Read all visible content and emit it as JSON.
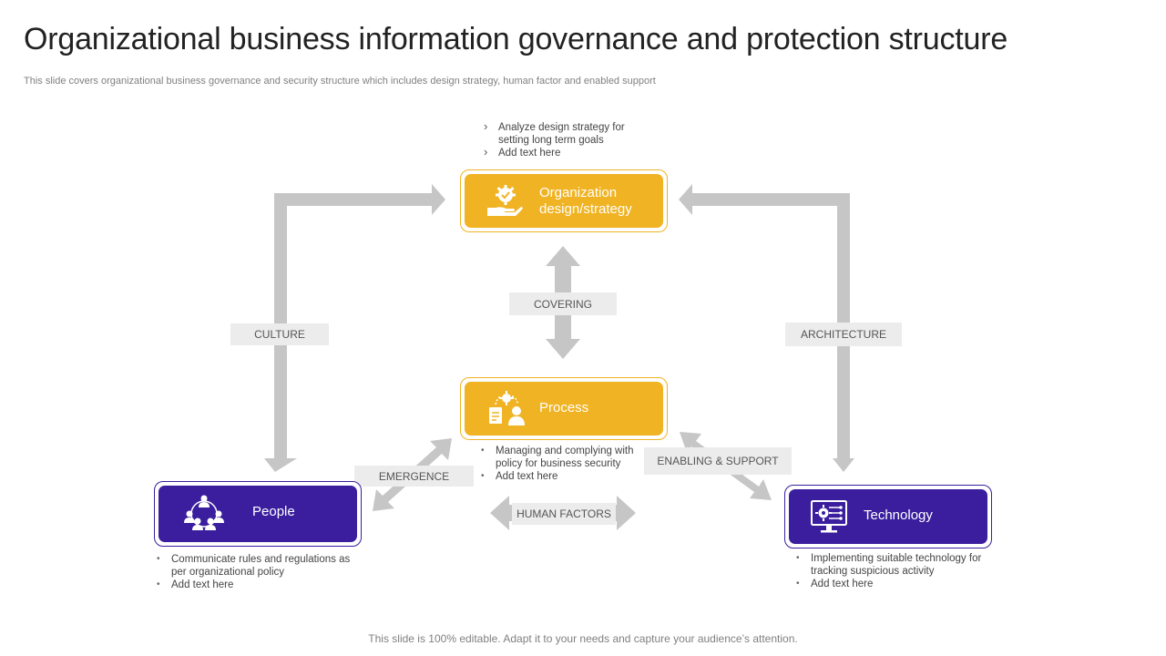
{
  "title": "Organizational business information governance and protection structure",
  "subtitle": "This slide covers organizational business governance and security structure which includes design strategy, human factor and enabled support",
  "nodes": {
    "organization": {
      "label_line1": "Organization",
      "label_line2": "design/strategy",
      "icon": "gear-hand-icon"
    },
    "process": {
      "label": "Process",
      "icon": "process-person-icon"
    },
    "people": {
      "label": "People",
      "icon": "people-network-icon"
    },
    "technology": {
      "label": "Technology",
      "icon": "monitor-gear-icon"
    }
  },
  "connectors": {
    "culture": "CULTURE",
    "covering": "COVERING",
    "architecture": "ARCHITECTURE",
    "emergence": "EMERGENCE",
    "enabling": "ENABLING & SUPPORT",
    "human_factors": "HUMAN FACTORS"
  },
  "notes": {
    "organization": [
      "Analyze  design strategy for setting long term goals",
      "Add text here"
    ],
    "process": [
      "Managing and complying with policy for business security",
      "Add text here"
    ],
    "people": [
      "Communicate rules and regulations as per organizational policy",
      "Add text here"
    ],
    "technology": [
      "Implementing suitable technology for tracking suspicious activity",
      "Add text here"
    ]
  },
  "colors": {
    "yellow": "#f0b323",
    "blue": "#3a1e9e",
    "arrow": "#c6c6c6",
    "label_bg": "#ececec"
  },
  "footer": "This slide is 100% editable. Adapt it to your needs and capture your audience’s attention."
}
